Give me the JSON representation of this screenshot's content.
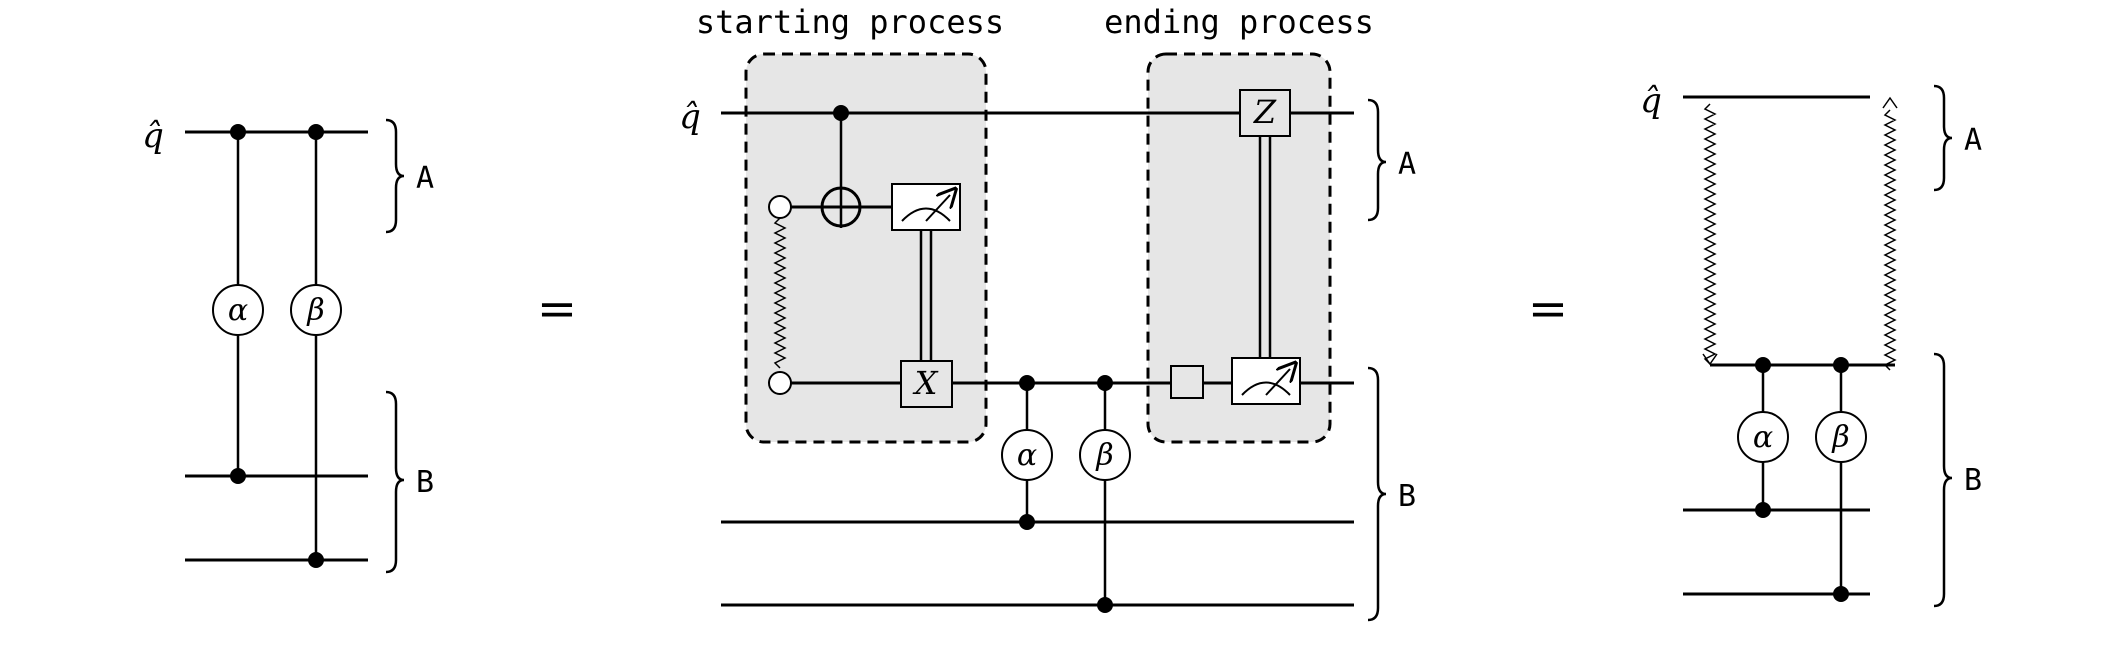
{
  "colors": {
    "ink": "#000000",
    "process_fill": "#e6e6e6",
    "box_fill": "#e6e6e6",
    "background": "#ffffff"
  },
  "labels": {
    "starting_process": "starting process",
    "ending_process": "ending process",
    "qubit": "q̂",
    "register_a": "A",
    "register_b": "B",
    "equals": "="
  },
  "gates": {
    "alpha": "α",
    "beta": "β",
    "x": "X",
    "z": "Z"
  },
  "icons": {
    "measurement": "measurement-meter-icon",
    "entangled_pair": "zigzag-entanglement-icon",
    "target": "cnot-target-icon",
    "control": "control-dot-icon"
  }
}
